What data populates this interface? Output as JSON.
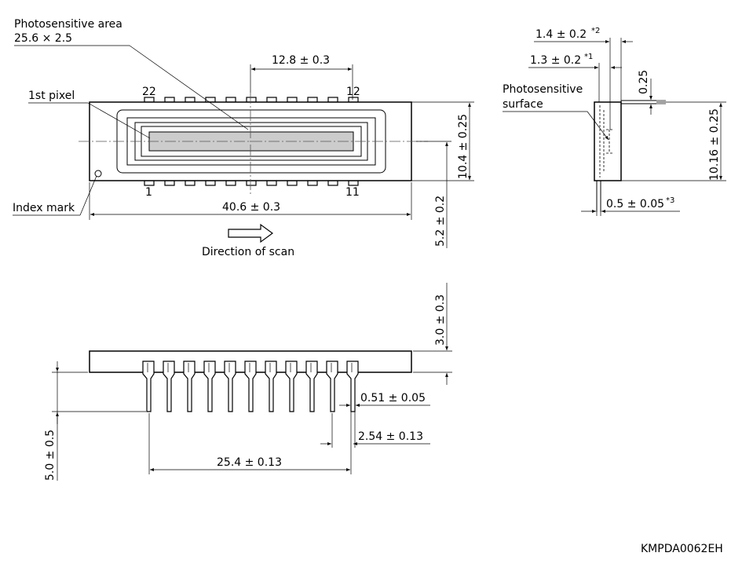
{
  "labels": {
    "photosensitive_area_title": "Photosensitive area",
    "photosensitive_area_size": "25.6 × 2.5",
    "first_pixel": "1st pixel",
    "index_mark": "Index mark",
    "direction_of_scan": "Direction of scan",
    "photosensitive_surface_line1": "Photosensitive",
    "photosensitive_surface_line2": "surface",
    "drawing_code": "KMPDA0062EH"
  },
  "pins": {
    "top_left": "22",
    "top_right": "12",
    "bottom_left": "1",
    "bottom_right": "11"
  },
  "dimensions": {
    "center_offset": "12.8 ± 0.3",
    "body_width": "40.6 ± 0.3",
    "body_height": "10.4 ± 0.25",
    "base_height": "5.2 ± 0.2",
    "thickness": "3.0 ± 0.3",
    "lead_length": "5.0 ± 0.5",
    "lead_width": "0.51 ± 0.05",
    "pitch": "2.54 ± 0.13",
    "pin_span": "25.4 ± 0.13",
    "side_14": "1.4 ± 0.2",
    "side_14_note": "*2",
    "side_13": "1.3 ± 0.2",
    "side_13_note": "*1",
    "side_025": "0.25",
    "side_height": "10.16 ± 0.25",
    "side_05": "0.5 ± 0.05",
    "side_05_note": "*3"
  }
}
